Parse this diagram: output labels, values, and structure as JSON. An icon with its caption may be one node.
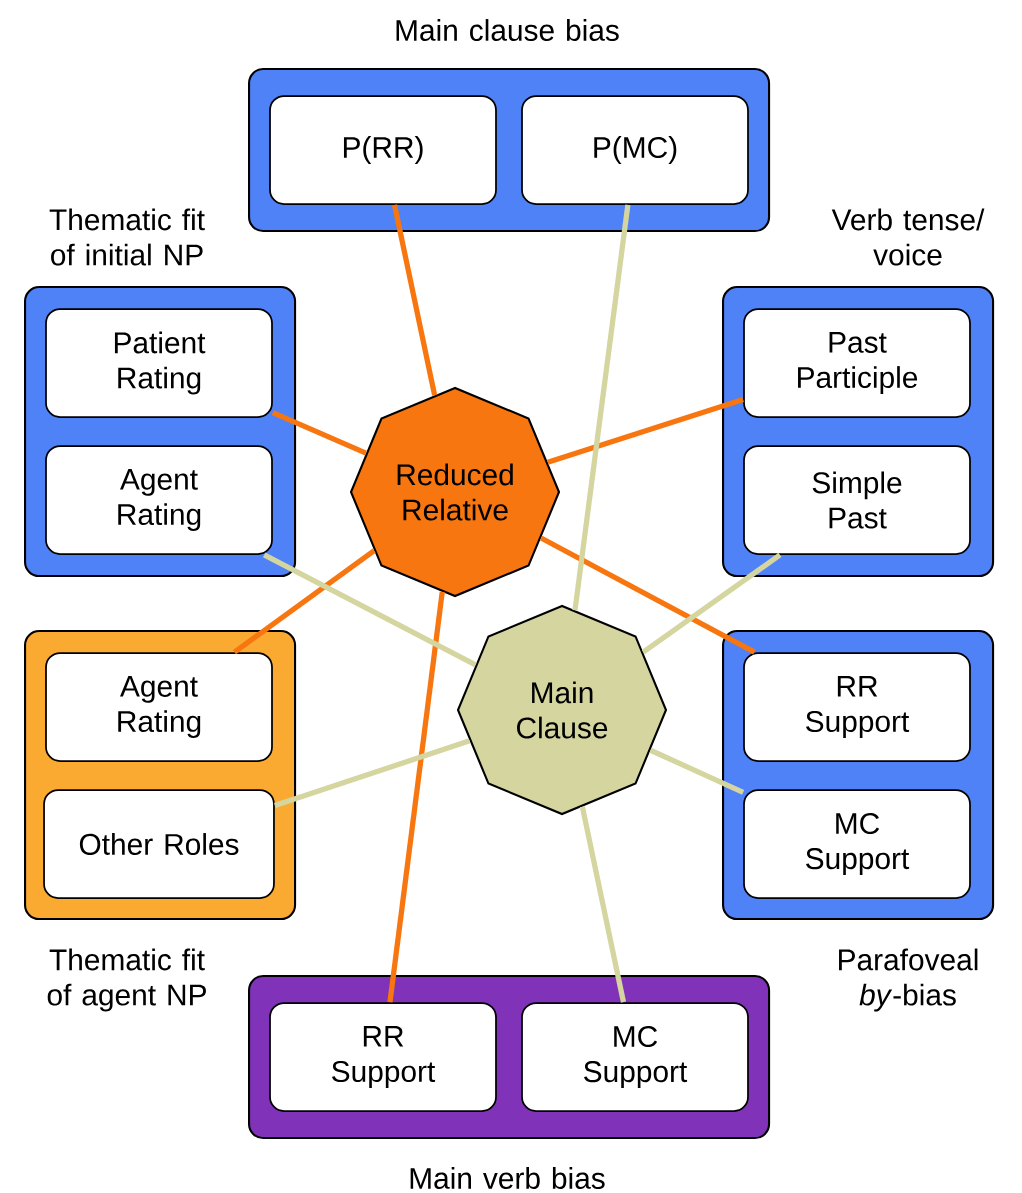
{
  "diagram": {
    "nodes": [
      {
        "text": [
          "Main clause bias"
        ]
      },
      {
        "text": [
          "P(RR)"
        ],
        "in": 0
      },
      {
        "text": [
          "P(MC)"
        ],
        "in": 0
      },
      {
        "text": [
          "Thematic fit of initial NP"
        ]
      },
      {
        "text": [
          "Patient Rating"
        ],
        "in": 3
      },
      {
        "text": [
          "Agent Rating"
        ],
        "in": 3
      },
      {
        "text": [
          "Verb tense/ voice"
        ]
      },
      {
        "text": [
          "Past Participle"
        ],
        "in": 6
      },
      {
        "text": [
          "Simple Past"
        ],
        "in": 6
      },
      {
        "text": [
          "Reduced Relative"
        ]
      },
      {
        "text": [
          "Main Clause"
        ]
      },
      {
        "text": [
          "Thematic fit of agent NP"
        ]
      },
      {
        "text": [
          "Agent Rating"
        ],
        "in": 11
      },
      {
        "text": [
          "Other Roles"
        ],
        "in": 11
      },
      {
        "text": [
          "Parafoveal *by*-bias"
        ]
      },
      {
        "text": [
          "RR Support"
        ],
        "in": 14
      },
      {
        "text": [
          "MC Support"
        ],
        "in": 14
      },
      {
        "text": [
          "Main verb bias"
        ]
      },
      {
        "text": [
          "RR Support"
        ],
        "in": 17
      },
      {
        "text": [
          "MC Support"
        ],
        "in": 17
      }
    ],
    "edges": [
      {
        "from": 9,
        "to": 1,
        "arrow": "none",
        "color": "#f7760f"
      },
      {
        "from": 9,
        "to": 4,
        "arrow": "none",
        "color": "#f7760f"
      },
      {
        "from": 9,
        "to": 7,
        "arrow": "none",
        "color": "#f7760f"
      },
      {
        "from": 9,
        "to": 12,
        "arrow": "none",
        "color": "#f7760f"
      },
      {
        "from": 9,
        "to": 15,
        "arrow": "none",
        "color": "#f7760f"
      },
      {
        "from": 9,
        "to": 18,
        "arrow": "none",
        "color": "#f7760f"
      },
      {
        "from": 10,
        "to": 2,
        "arrow": "none",
        "color": "#d4d59f"
      },
      {
        "from": 10,
        "to": 5,
        "arrow": "none",
        "color": "#d4d59f"
      },
      {
        "from": 10,
        "to": 8,
        "arrow": "none",
        "color": "#d4d59f"
      },
      {
        "from": 10,
        "to": 13,
        "arrow": "none",
        "color": "#d4d59f"
      },
      {
        "from": 10,
        "to": 16,
        "arrow": "none",
        "color": "#d4d59f"
      },
      {
        "from": 10,
        "to": 19,
        "arrow": "none",
        "color": "#d4d59f"
      }
    ]
  }
}
